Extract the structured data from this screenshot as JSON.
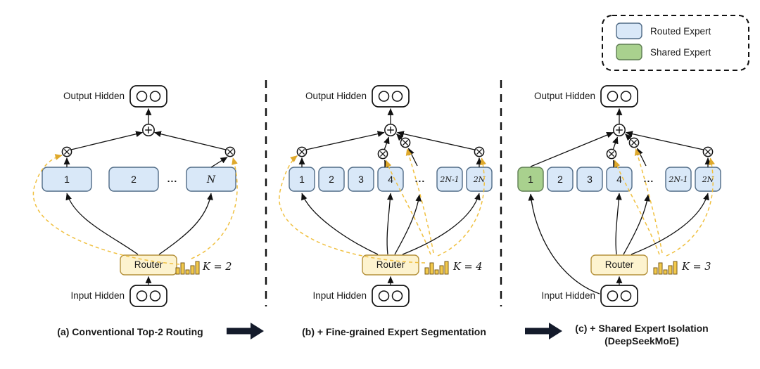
{
  "colors": {
    "routed_expert": "#d9e8f8",
    "shared_expert": "#a9d18e",
    "router_fill": "#fdf3cf",
    "gate_dash": "#f0c040"
  },
  "legend": {
    "items": [
      {
        "label": "Routed Expert",
        "color": "#d9e8f8"
      },
      {
        "label": "Shared Expert",
        "color": "#a9d18e"
      }
    ]
  },
  "labels": {
    "output_hidden": "Output Hidden",
    "input_hidden": "Input Hidden",
    "router": "Router",
    "ellipsis": "..."
  },
  "panels": [
    {
      "caption": "(a) Conventional Top-2 Routing",
      "k_label": "K = 2",
      "experts": [
        "1",
        "2",
        "N"
      ]
    },
    {
      "caption": "(b) + Fine-grained Expert Segmentation",
      "k_label": "K = 4",
      "experts": [
        "1",
        "2",
        "3",
        "4",
        "2N-1",
        "2N"
      ]
    },
    {
      "caption_line1": "(c) + Shared Expert Isolation",
      "caption_line2": "(DeepSeekMoE)",
      "k_label": "K = 3",
      "experts": [
        "1",
        "2",
        "3",
        "4",
        "2N-1",
        "2N"
      ]
    }
  ]
}
